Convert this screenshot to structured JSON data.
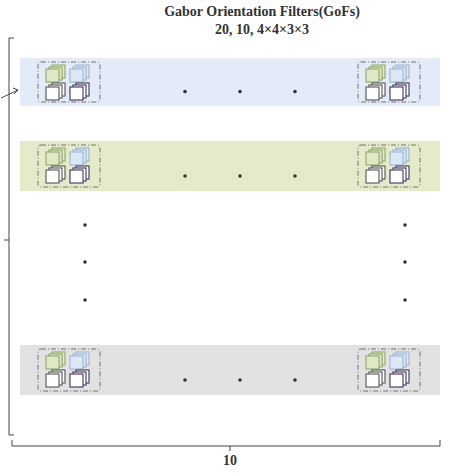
{
  "diagram": {
    "title": "Gabor Orientation Filters(GoFs)",
    "labels": [
      "20, 10, 4×4×3×3",
      "10"
    ]
  }
}
